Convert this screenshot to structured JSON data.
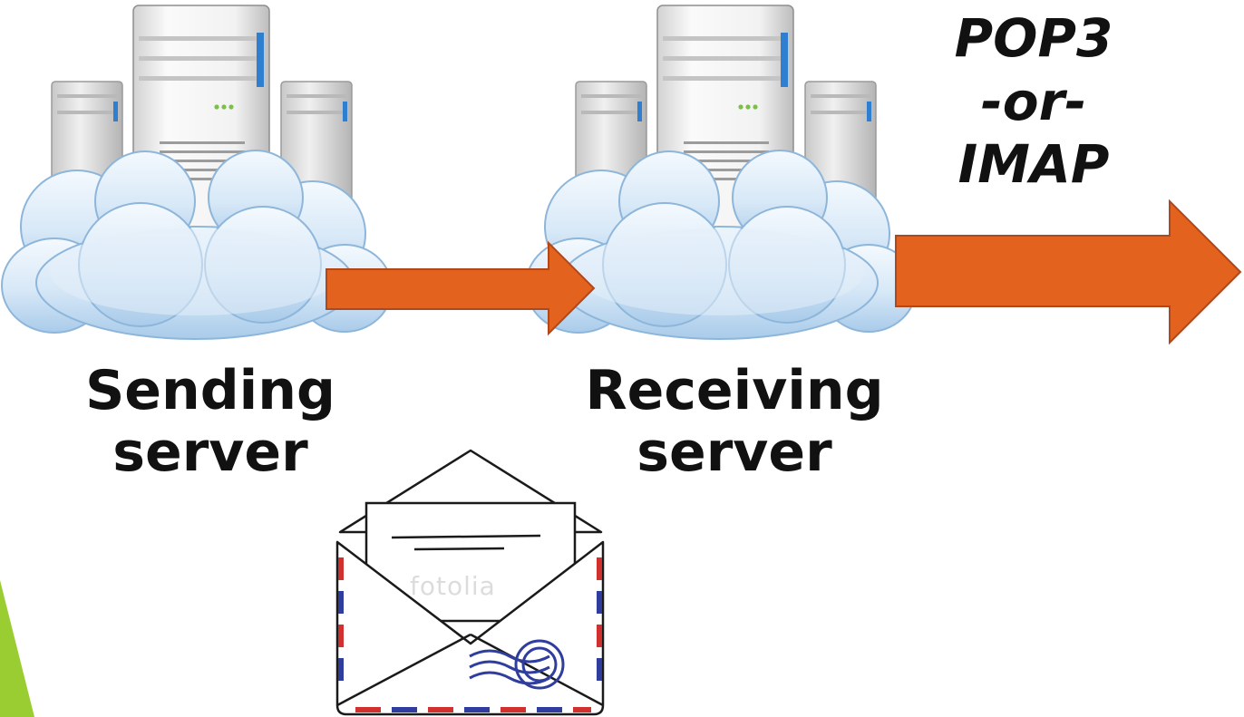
{
  "diagram": {
    "sending_server": {
      "label_line1": "Sending",
      "label_line2": "server",
      "icon": "server-cloud-icon"
    },
    "receiving_server": {
      "label_line1": "Receiving",
      "label_line2": "server",
      "icon": "server-cloud-icon"
    },
    "protocol": {
      "line1": "POP3",
      "line2": "-or-",
      "line3": "IMAP"
    },
    "envelope": {
      "icon": "airmail-envelope-icon",
      "watermark": "fotolia"
    },
    "colors": {
      "arrow_fill": "#E2621E",
      "arrow_stroke": "#B0481A",
      "cloud": "#CFE3F5",
      "accent_bar": "#9ACD32",
      "server_led": "#2F7ECF",
      "airmail_red": "#D0302E",
      "airmail_blue": "#2E3D9E"
    }
  }
}
